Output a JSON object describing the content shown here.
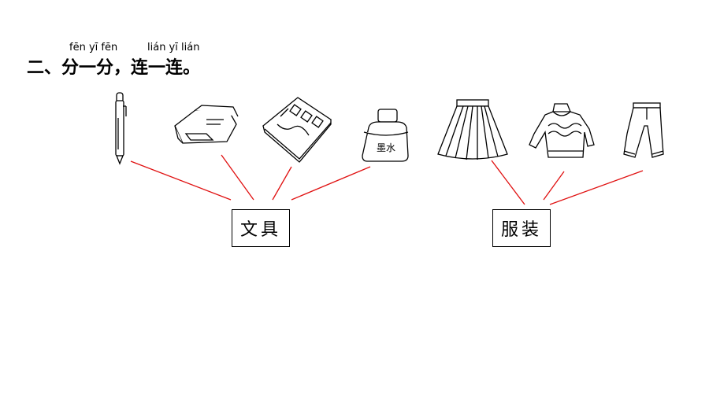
{
  "header": {
    "pinyin_1": "fēn yī fēn",
    "pinyin_2": "lián yī lián",
    "title": "二、分一分，连一连。"
  },
  "items": [
    {
      "name": "pen",
      "group": "stationery"
    },
    {
      "name": "pencil-case",
      "group": "stationery"
    },
    {
      "name": "notebook",
      "group": "stationery"
    },
    {
      "name": "ink-bottle",
      "group": "stationery",
      "label": "墨水"
    },
    {
      "name": "skirt",
      "group": "clothing"
    },
    {
      "name": "sweater",
      "group": "clothing"
    },
    {
      "name": "pants",
      "group": "clothing"
    }
  ],
  "categories": {
    "stationery": "文具",
    "clothing": "服装"
  },
  "colors": {
    "line": "#e01010",
    "ink": "#000000"
  }
}
